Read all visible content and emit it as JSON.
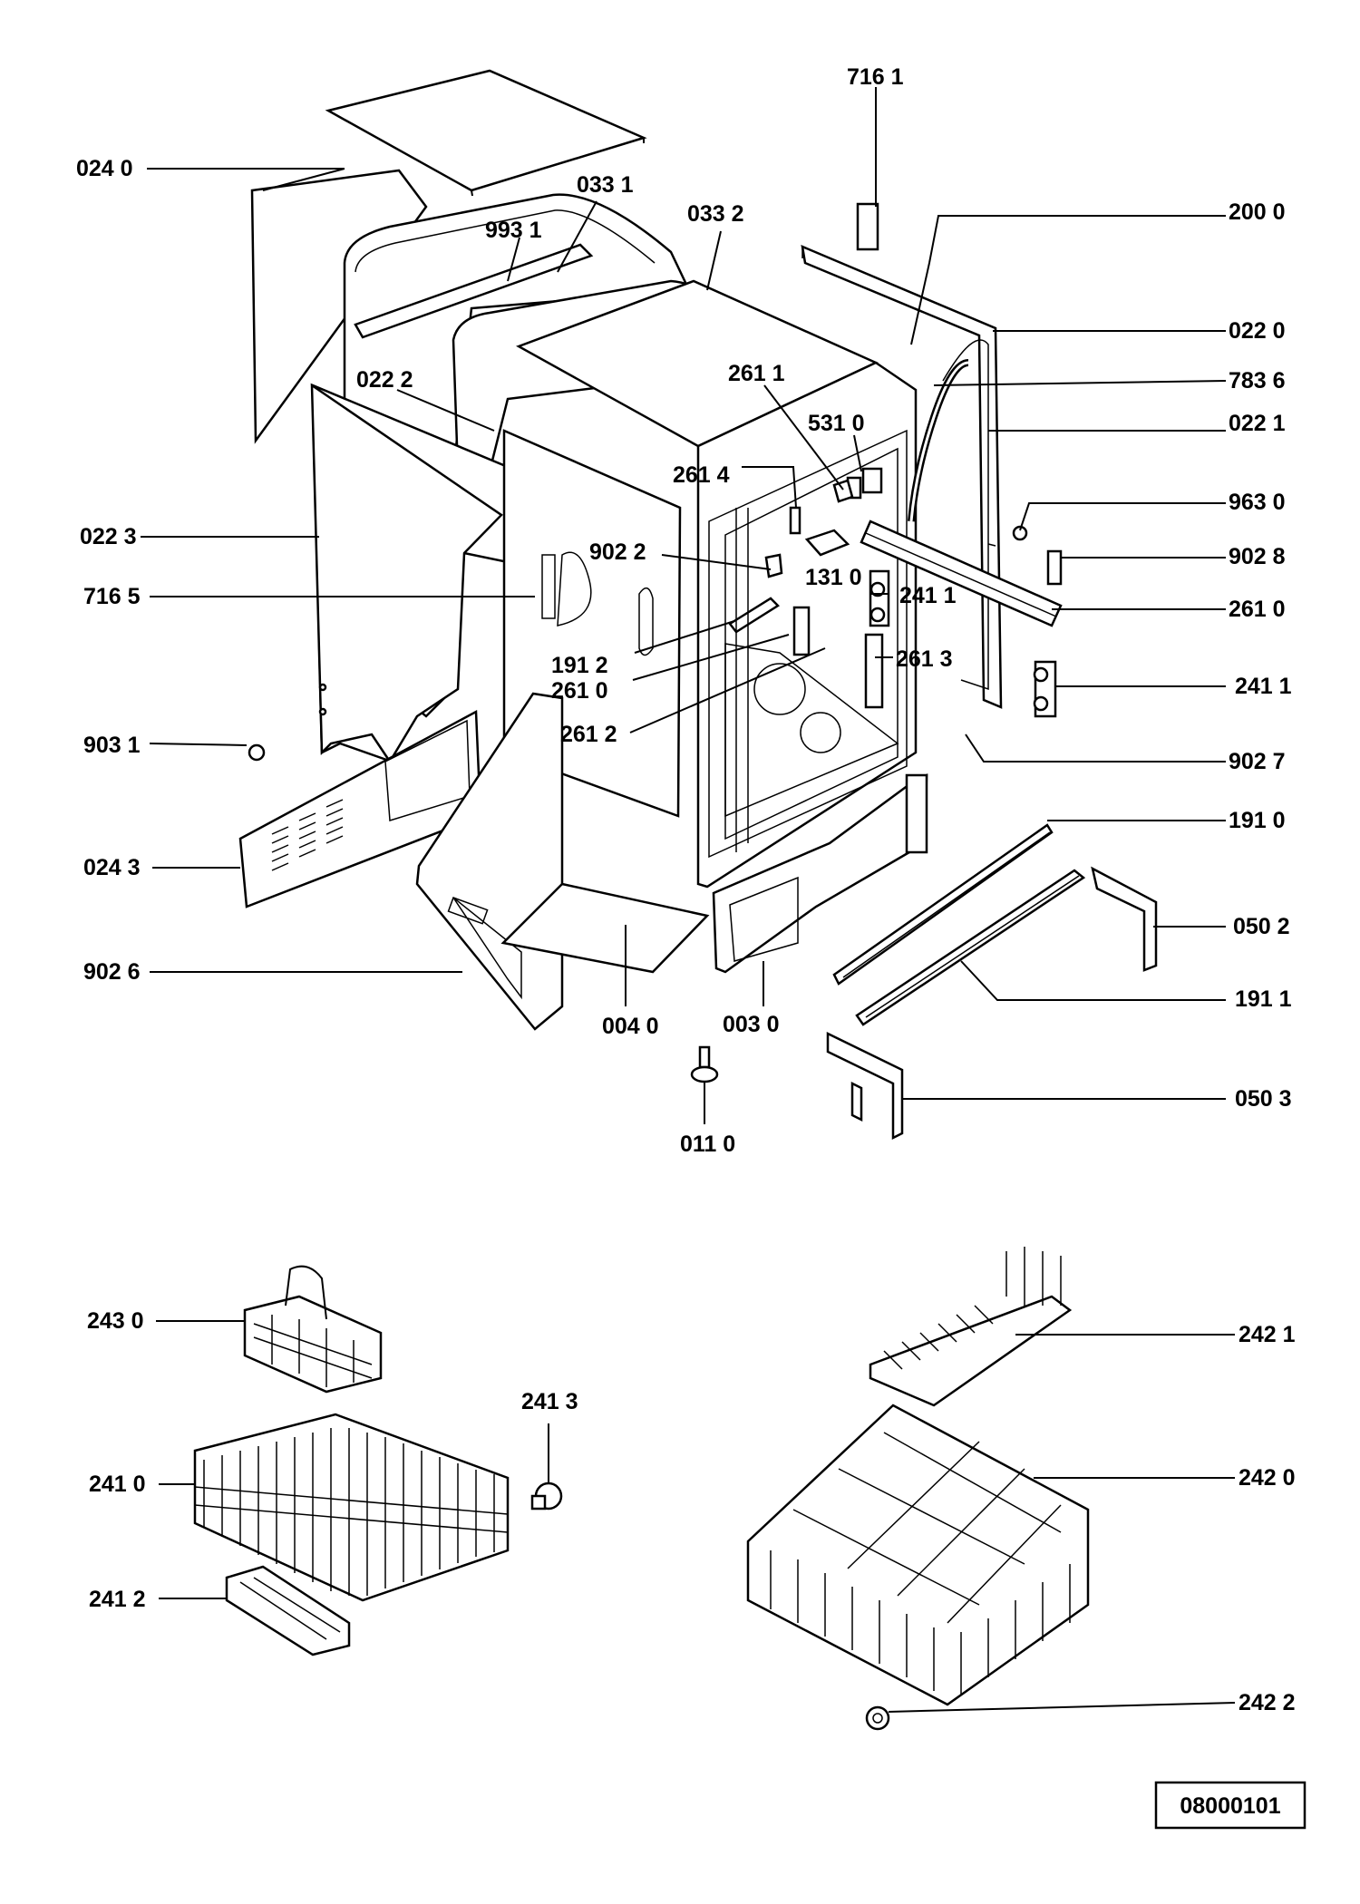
{
  "diagram": {
    "reference_number": "08000101",
    "labels": {
      "l7161": "716 1",
      "l0240": "024 0",
      "l0331": "033 1",
      "l0332": "033 2",
      "l2000": "200 0",
      "l9931": "993 1",
      "l0220": "022 0",
      "l0222": "022 2",
      "l2611": "261 1",
      "l7836": "783 6",
      "l5310": "531 0",
      "l0221": "022 1",
      "l2614": "261 4",
      "l9630": "963 0",
      "l0223": "022 3",
      "l9022": "902 2",
      "l9028": "902 8",
      "l1310": "131 0",
      "l2411a": "241 1",
      "l7165": "716 5",
      "l2610a": "261 0",
      "l1912": "191 2",
      "l2613": "261 3",
      "l2610b": "261 0",
      "l2411b": "241 1",
      "l9031": "903 1",
      "l2612": "261 2",
      "l9027": "902 7",
      "l1910": "191 0",
      "l0243": "024 3",
      "l0502": "050 2",
      "l9026": "902 6",
      "l1911": "191 1",
      "l0040": "004 0",
      "l0030": "003 0",
      "l0503": "050 3",
      "l0110": "011 0",
      "l2430": "243 0",
      "l2421": "242 1",
      "l2413": "241 3",
      "l2410": "241 0",
      "l2420": "242 0",
      "l2412": "241 2",
      "l2422": "242 2"
    }
  }
}
